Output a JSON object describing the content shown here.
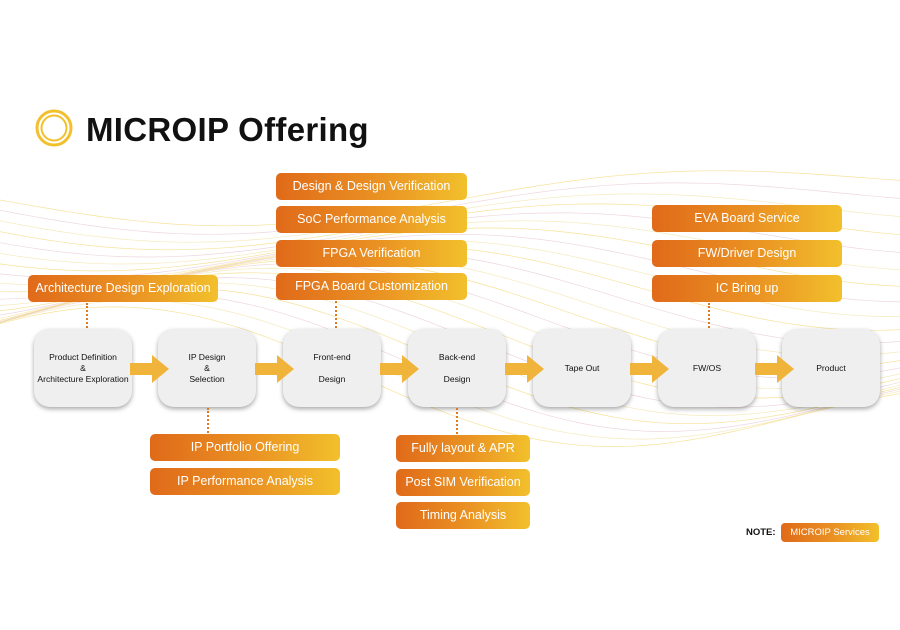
{
  "title": "MICROIP Offering",
  "colors": {
    "accent_dark": "#e06a1a",
    "accent_light": "#f2c02c",
    "arrow": "#f0b43a",
    "node_bg": "#efefef"
  },
  "stages": [
    {
      "label": "Product Definition\n&\nArchitecture Exploration"
    },
    {
      "label": "IP Design\n&\nSelection"
    },
    {
      "label": "Front-end\n\nDesign"
    },
    {
      "label": "Back-end\n\nDesign"
    },
    {
      "label": "Tape Out"
    },
    {
      "label": "FW/OS"
    },
    {
      "label": "Product"
    }
  ],
  "services": {
    "architecture": [
      "Architecture Design Exploration"
    ],
    "ip": [
      "IP Portfolio Offering",
      "IP Performance Analysis"
    ],
    "frontend": [
      "Design & Design Verification",
      "SoC Performance Analysis",
      "FPGA Verification",
      "FPGA Board Customization"
    ],
    "backend": [
      "Fully layout & APR",
      "Post SIM Verification",
      "Timing Analysis"
    ],
    "fwos": [
      "EVA Board Service",
      "FW/Driver Design",
      "IC Bring up"
    ]
  },
  "note": {
    "label": "NOTE:",
    "badge": "MICROIP Services"
  }
}
